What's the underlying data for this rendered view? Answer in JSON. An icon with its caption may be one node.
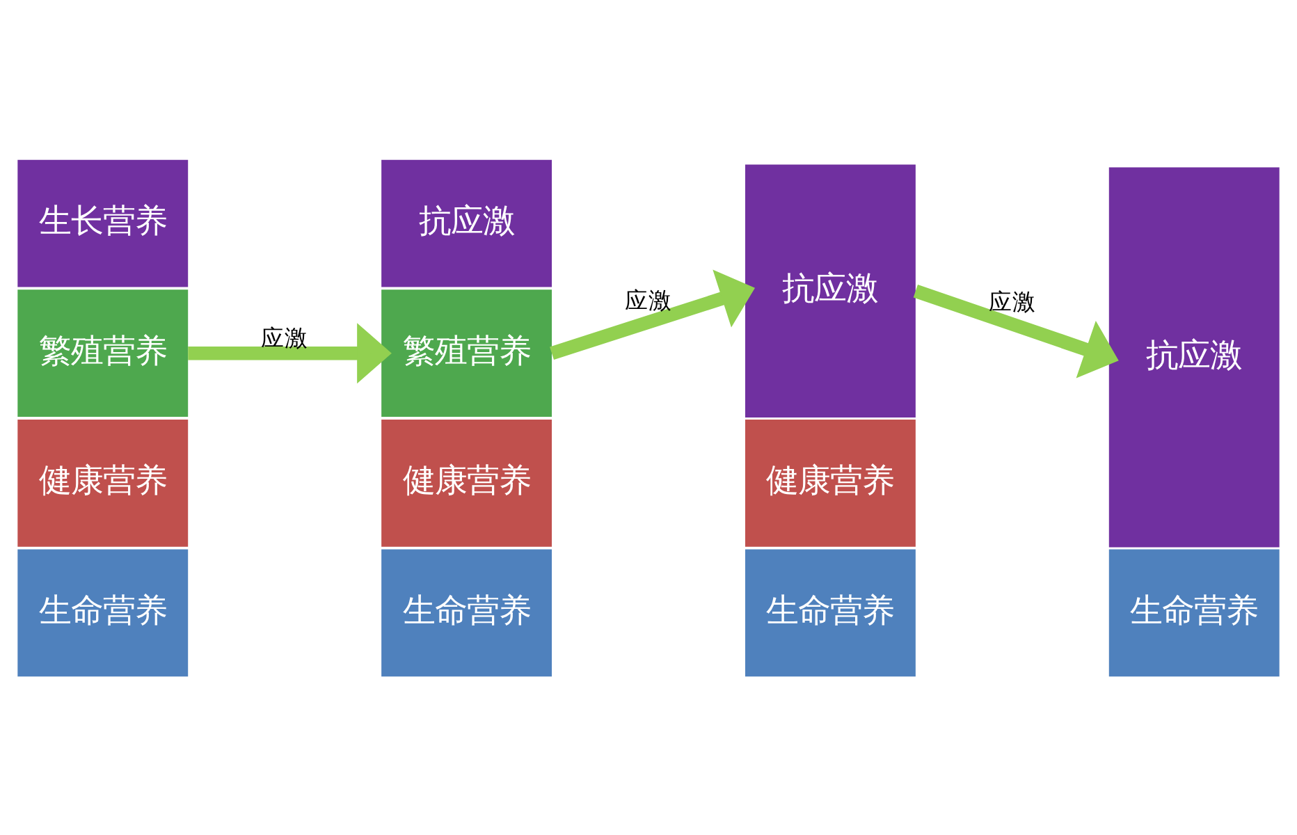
{
  "diagram": {
    "nodes": [
      {
        "text": [
          "生长营养"
        ]
      },
      {
        "text": [
          "繁殖营养"
        ]
      },
      {
        "text": [
          "健康营养"
        ]
      },
      {
        "text": [
          "生命营养"
        ]
      },
      {
        "text": [
          "抗应激"
        ]
      },
      {
        "text": [
          "繁殖营养"
        ]
      },
      {
        "text": [
          "健康营养"
        ]
      },
      {
        "text": [
          "生命营养"
        ]
      },
      {
        "text": [
          "抗应激"
        ]
      },
      {
        "text": [
          "健康营养"
        ]
      },
      {
        "text": [
          "生命营养"
        ]
      },
      {
        "text": [
          "抗应激"
        ]
      },
      {
        "text": [
          "生命营养"
        ]
      }
    ],
    "edges": [
      {
        "from": 1,
        "to": 5,
        "arrow": "to",
        "label": "应激"
      },
      {
        "from": 5,
        "to": 8,
        "arrow": "to",
        "label": "应激"
      },
      {
        "from": 8,
        "to": 11,
        "arrow": "to",
        "label": "应激"
      }
    ]
  }
}
